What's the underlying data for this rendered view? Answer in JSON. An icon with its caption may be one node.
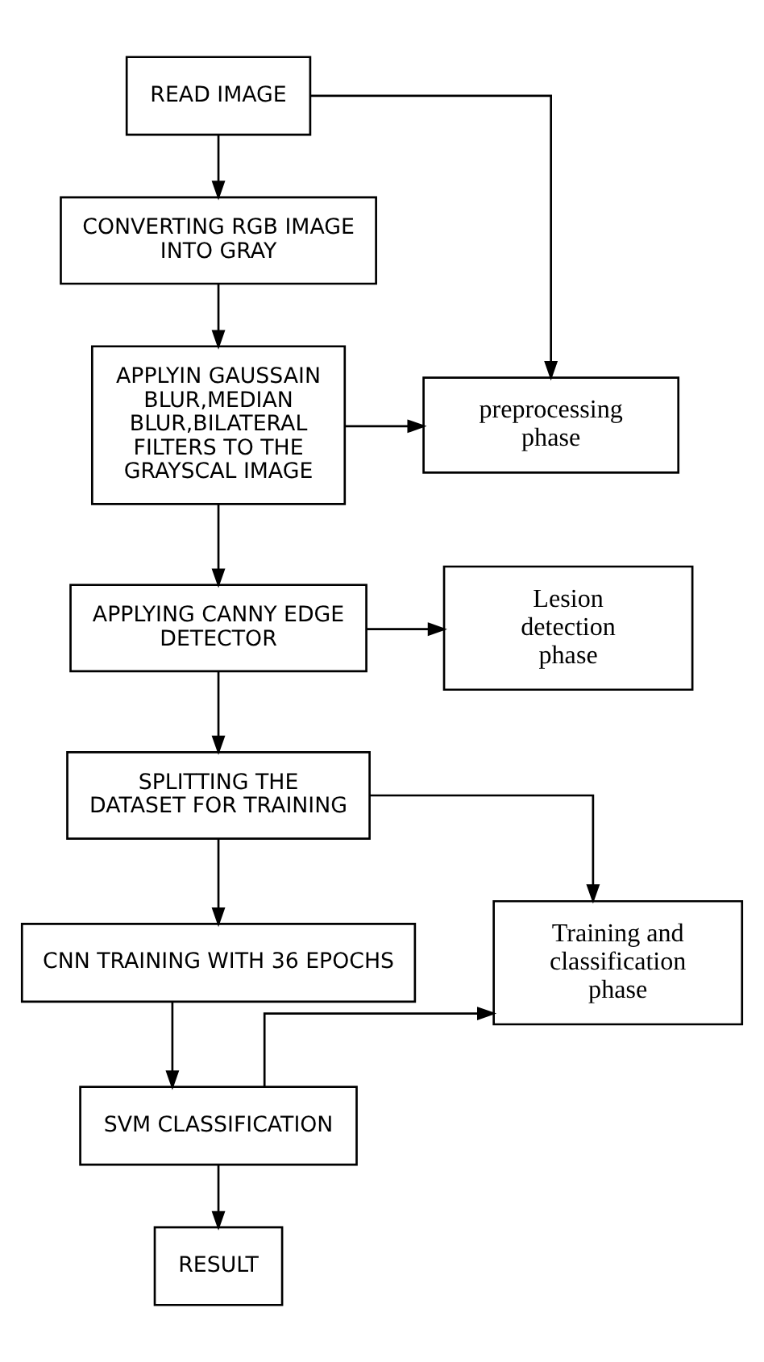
{
  "diagram": {
    "nodes": [
      {
        "text": [
          "READ IMAGE"
        ]
      },
      {
        "text": [
          "CONVERTING RGB IMAGE INTO GRAY"
        ]
      },
      {
        "text": [
          "APPLYIN GAUSSAIN BLUR,MEDIAN BLUR,BILATERAL FILTERS TO THE GRAYSCAL IMAGE"
        ]
      },
      {
        "text": [
          "APPLYING CANNY EDGE DETECTOR"
        ]
      },
      {
        "text": [
          "SPLITTING THE DATASET FOR TRAINING"
        ]
      },
      {
        "text": [
          "CNN TRAINING WITH 36 EPOCHS"
        ]
      },
      {
        "text": [
          "SVM CLASSIFICATION"
        ]
      },
      {
        "text": [
          "RESULT"
        ]
      },
      {
        "text": [
          "preprocessing phase"
        ]
      },
      {
        "text": [
          "Lesion detection phase"
        ]
      },
      {
        "text": [
          "Training and classification phase"
        ]
      }
    ],
    "edges": [
      {
        "from": 0,
        "to": 1,
        "arrow": "to"
      },
      {
        "from": 1,
        "to": 2,
        "arrow": "to"
      },
      {
        "from": 2,
        "to": 3,
        "arrow": "to"
      },
      {
        "from": 3,
        "to": 4,
        "arrow": "to"
      },
      {
        "from": 4,
        "to": 5,
        "arrow": "to"
      },
      {
        "from": 5,
        "to": 6,
        "arrow": "to"
      },
      {
        "from": 6,
        "to": 7,
        "arrow": "to"
      },
      {
        "from": 0,
        "to": 8,
        "arrow": "to"
      },
      {
        "from": 2,
        "to": 8,
        "arrow": "to"
      },
      {
        "from": 3,
        "to": 9,
        "arrow": "to"
      },
      {
        "from": 4,
        "to": 10,
        "arrow": "to"
      },
      {
        "from": 6,
        "to": 10,
        "arrow": "to"
      }
    ]
  }
}
